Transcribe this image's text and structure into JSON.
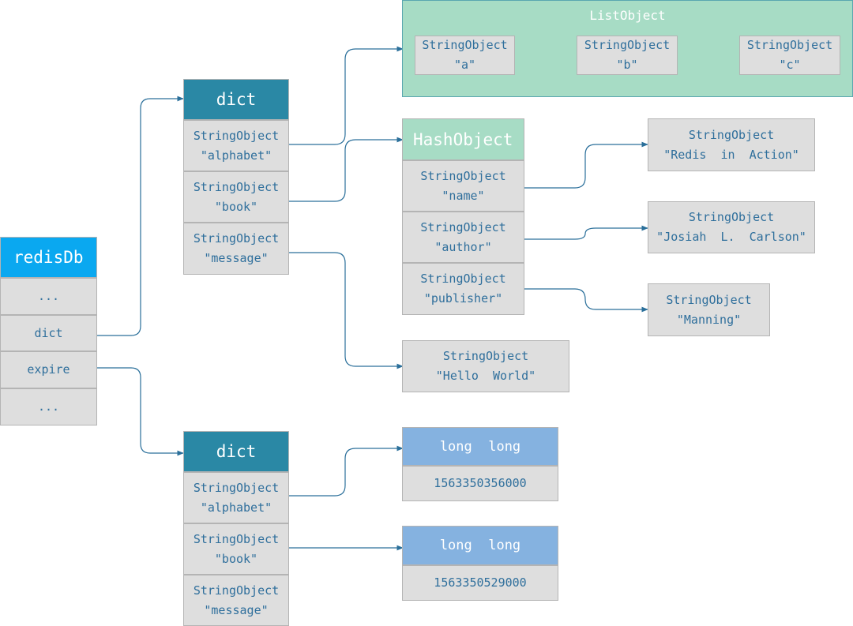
{
  "redis_db": {
    "header": "redisDb",
    "rows": [
      "...",
      "dict",
      "expire",
      "..."
    ]
  },
  "dict_main": {
    "header": "dict",
    "entries": [
      {
        "type": "StringObject",
        "value": "\"alphabet\""
      },
      {
        "type": "StringObject",
        "value": "\"book\""
      },
      {
        "type": "StringObject",
        "value": "\"message\""
      }
    ]
  },
  "dict_expire": {
    "header": "dict",
    "entries": [
      {
        "type": "StringObject",
        "value": "\"alphabet\""
      },
      {
        "type": "StringObject",
        "value": "\"book\""
      },
      {
        "type": "StringObject",
        "value": "\"message\""
      }
    ]
  },
  "list_object": {
    "title": "ListObject",
    "items": [
      {
        "type": "StringObject",
        "value": "\"a\""
      },
      {
        "type": "StringObject",
        "value": "\"b\""
      },
      {
        "type": "StringObject",
        "value": "\"c\""
      }
    ]
  },
  "hash_object": {
    "header": "HashObject",
    "fields": [
      {
        "type": "StringObject",
        "value": "\"name\""
      },
      {
        "type": "StringObject",
        "value": "\"author\""
      },
      {
        "type": "StringObject",
        "value": "\"publisher\""
      }
    ],
    "values": [
      {
        "type": "StringObject",
        "value": "\"Redis  in  Action\""
      },
      {
        "type": "StringObject",
        "value": "\"Josiah  L.  Carlson\""
      },
      {
        "type": "StringObject",
        "value": "\"Manning\""
      }
    ]
  },
  "message_value": {
    "type": "StringObject",
    "value": "\"Hello  World\""
  },
  "expire_values": [
    {
      "header": "long  long",
      "value": "1563350356000"
    },
    {
      "header": "long  long",
      "value": "1563350529000"
    }
  ],
  "colors": {
    "dict_header": "#2a88a5",
    "redisdb_header": "#0aa8f0",
    "hash_header": "#a7dcc5",
    "list_background": "#a7dcc5",
    "long_header": "#85b2e0",
    "cell": "#dedede",
    "text": "#2f6f9c",
    "connector": "#2a6f9a"
  }
}
